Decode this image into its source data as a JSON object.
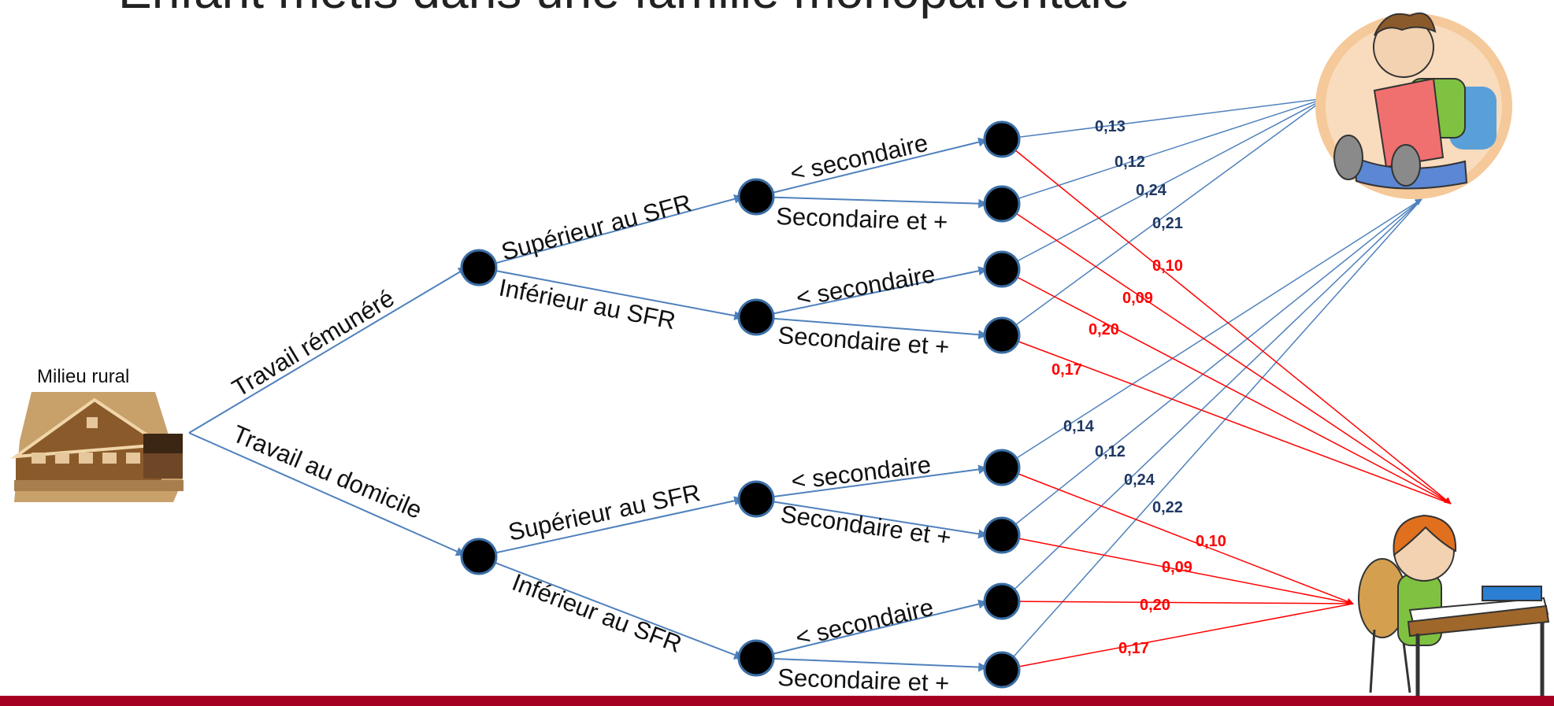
{
  "title": "Enfant métis dans une famille monoparentale",
  "milieu_label": "Milieu rural",
  "edge_labels": {
    "travail_remunere": "Travail rémunéré",
    "travail_domicile": "Travail au domicile",
    "superieur_sfr": "Supérieur au SFR",
    "inferieur_sfr": "Inférieur au SFR",
    "lt_secondaire": "< secondaire",
    "secondaire_plus": "Secondaire et +"
  },
  "values_blue": [
    "0,13",
    "0,12",
    "0,24",
    "0,21",
    "0,14",
    "0,12",
    "0,24",
    "0,22"
  ],
  "values_red": [
    "0,10",
    "0,09",
    "0,20",
    "0,17",
    "0,10",
    "0,09",
    "0,20",
    "0,17"
  ],
  "colors": {
    "blue_line": "#4f81bd",
    "blue_value": "#1f3864",
    "red": "#ff0000",
    "footer": "#a50021",
    "node": "#000000",
    "node_ring": "#3a6ea5"
  },
  "icons": {
    "house": "rural-house-icon",
    "boy": "boy-reading-icon",
    "girl": "girl-writing-icon"
  }
}
